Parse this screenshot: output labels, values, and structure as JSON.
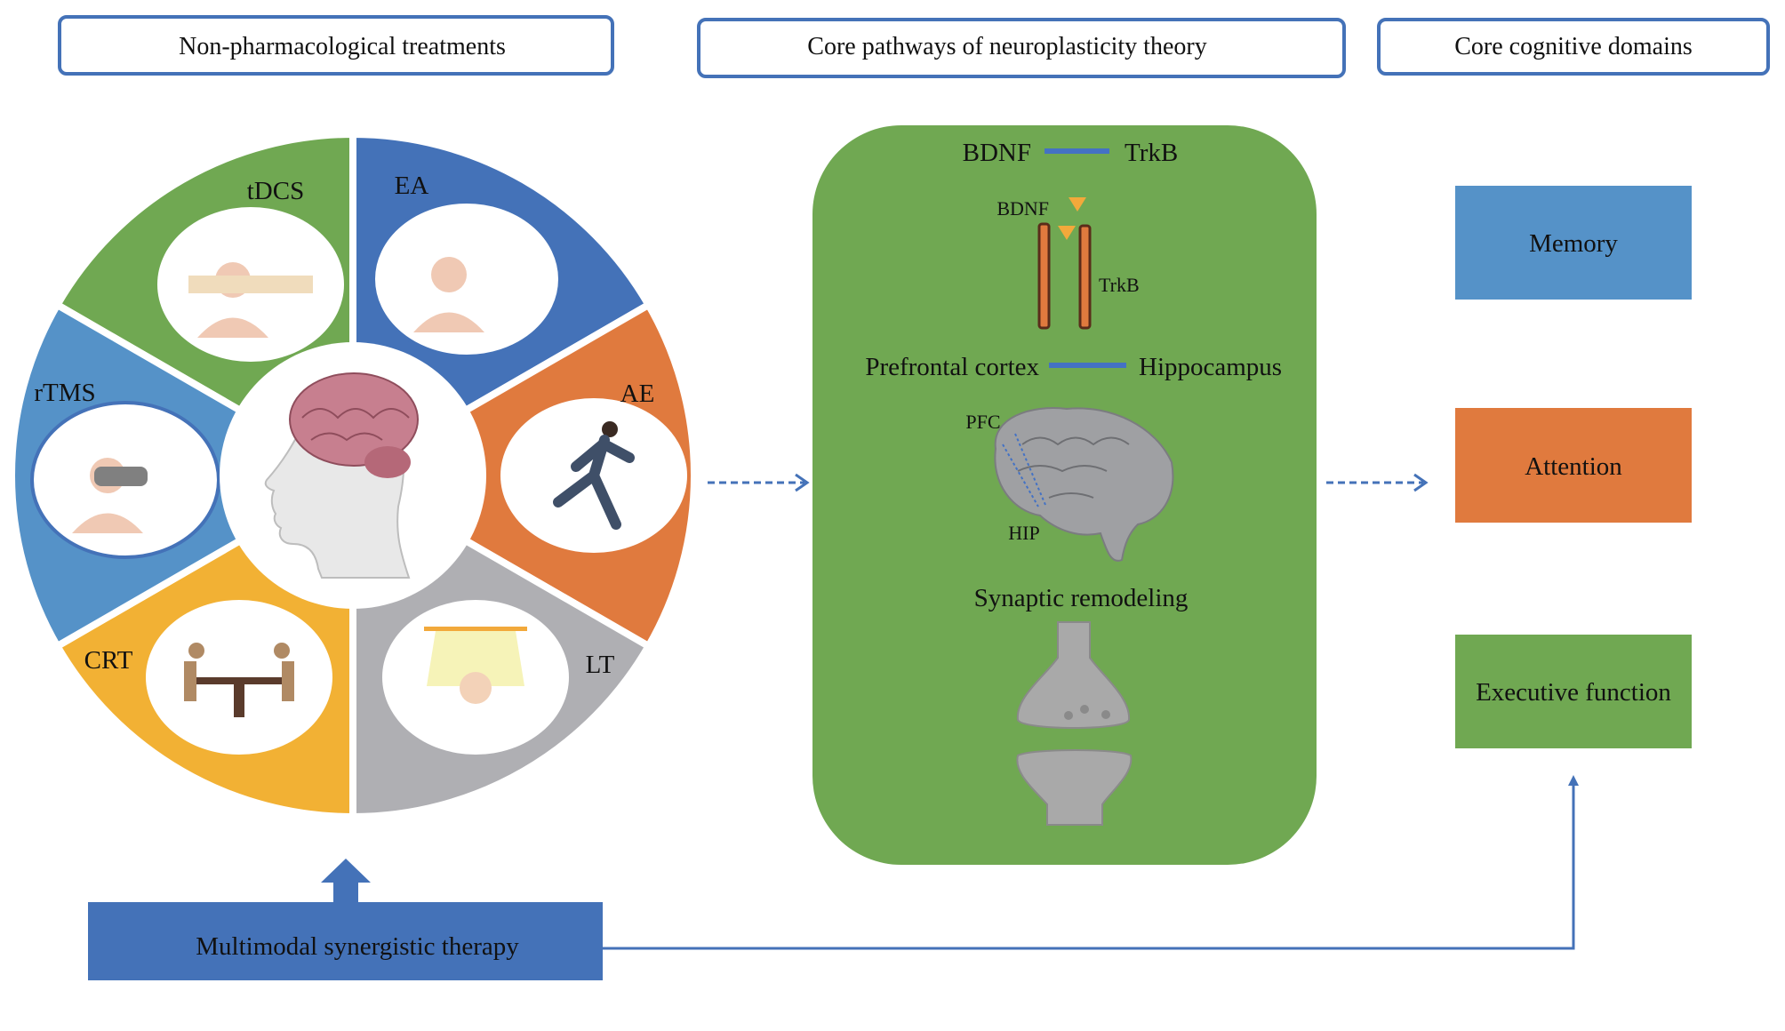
{
  "headers": {
    "treatments": "Non-pharmacological treatments",
    "pathways": "Core pathways of neuroplasticity theory",
    "domains": "Core cognitive domains"
  },
  "wheel": {
    "segments": [
      {
        "label": "tDCS",
        "color": "#70a852",
        "icon": "tdcs-electrode-head-icon"
      },
      {
        "label": "EA",
        "color": "#4472b8",
        "icon": "acupuncture-face-icon"
      },
      {
        "label": "AE",
        "color": "#e07a3e",
        "icon": "running-person-icon"
      },
      {
        "label": "LT",
        "color": "#afafb3",
        "icon": "light-therapy-icon"
      },
      {
        "label": "CRT",
        "color": "#f2b134",
        "icon": "two-people-at-table-icon"
      },
      {
        "label": "rTMS",
        "color": "#5592c8",
        "icon": "magnetic-coil-head-icon"
      }
    ],
    "center_icon": "head-with-brain-icon"
  },
  "pathways": {
    "panel_color": "#70a852",
    "bdnf_trkb": {
      "left": "BDNF",
      "right": "TrkB"
    },
    "receptor": {
      "ligand": "BDNF",
      "receptor": "TrkB"
    },
    "pfc_hip": {
      "left": "Prefrontal cortex",
      "right": "Hippocampus"
    },
    "brain_labels": {
      "pfc": "PFC",
      "hip": "HIP"
    },
    "synaptic": "Synaptic remodeling"
  },
  "domains": [
    {
      "label": "Memory",
      "color": "#5592c8"
    },
    {
      "label": "Attention",
      "color": "#e07a3e"
    },
    {
      "label": "Executive function",
      "color": "#70a852"
    }
  ],
  "therapy": {
    "label": "Multimodal synergistic therapy",
    "color": "#4472b8"
  }
}
